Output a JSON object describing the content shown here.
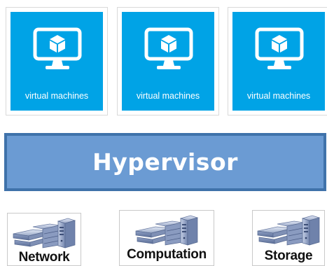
{
  "virtual_machines": [
    {
      "label": "virtual machines"
    },
    {
      "label": "virtual machines"
    },
    {
      "label": "virtual machines"
    }
  ],
  "hypervisor": {
    "label": "Hypervisor"
  },
  "resources": [
    {
      "label": "Network",
      "icon": "server-hardware-icon"
    },
    {
      "label": "Computation",
      "icon": "server-hardware-icon"
    },
    {
      "label": "Storage",
      "icon": "server-hardware-icon"
    }
  ],
  "colors": {
    "vm_tile": "#00a3e6",
    "hypervisor_fill": "#6b9bd3",
    "hypervisor_border": "#3f72aa",
    "resource_label": "#111111"
  }
}
